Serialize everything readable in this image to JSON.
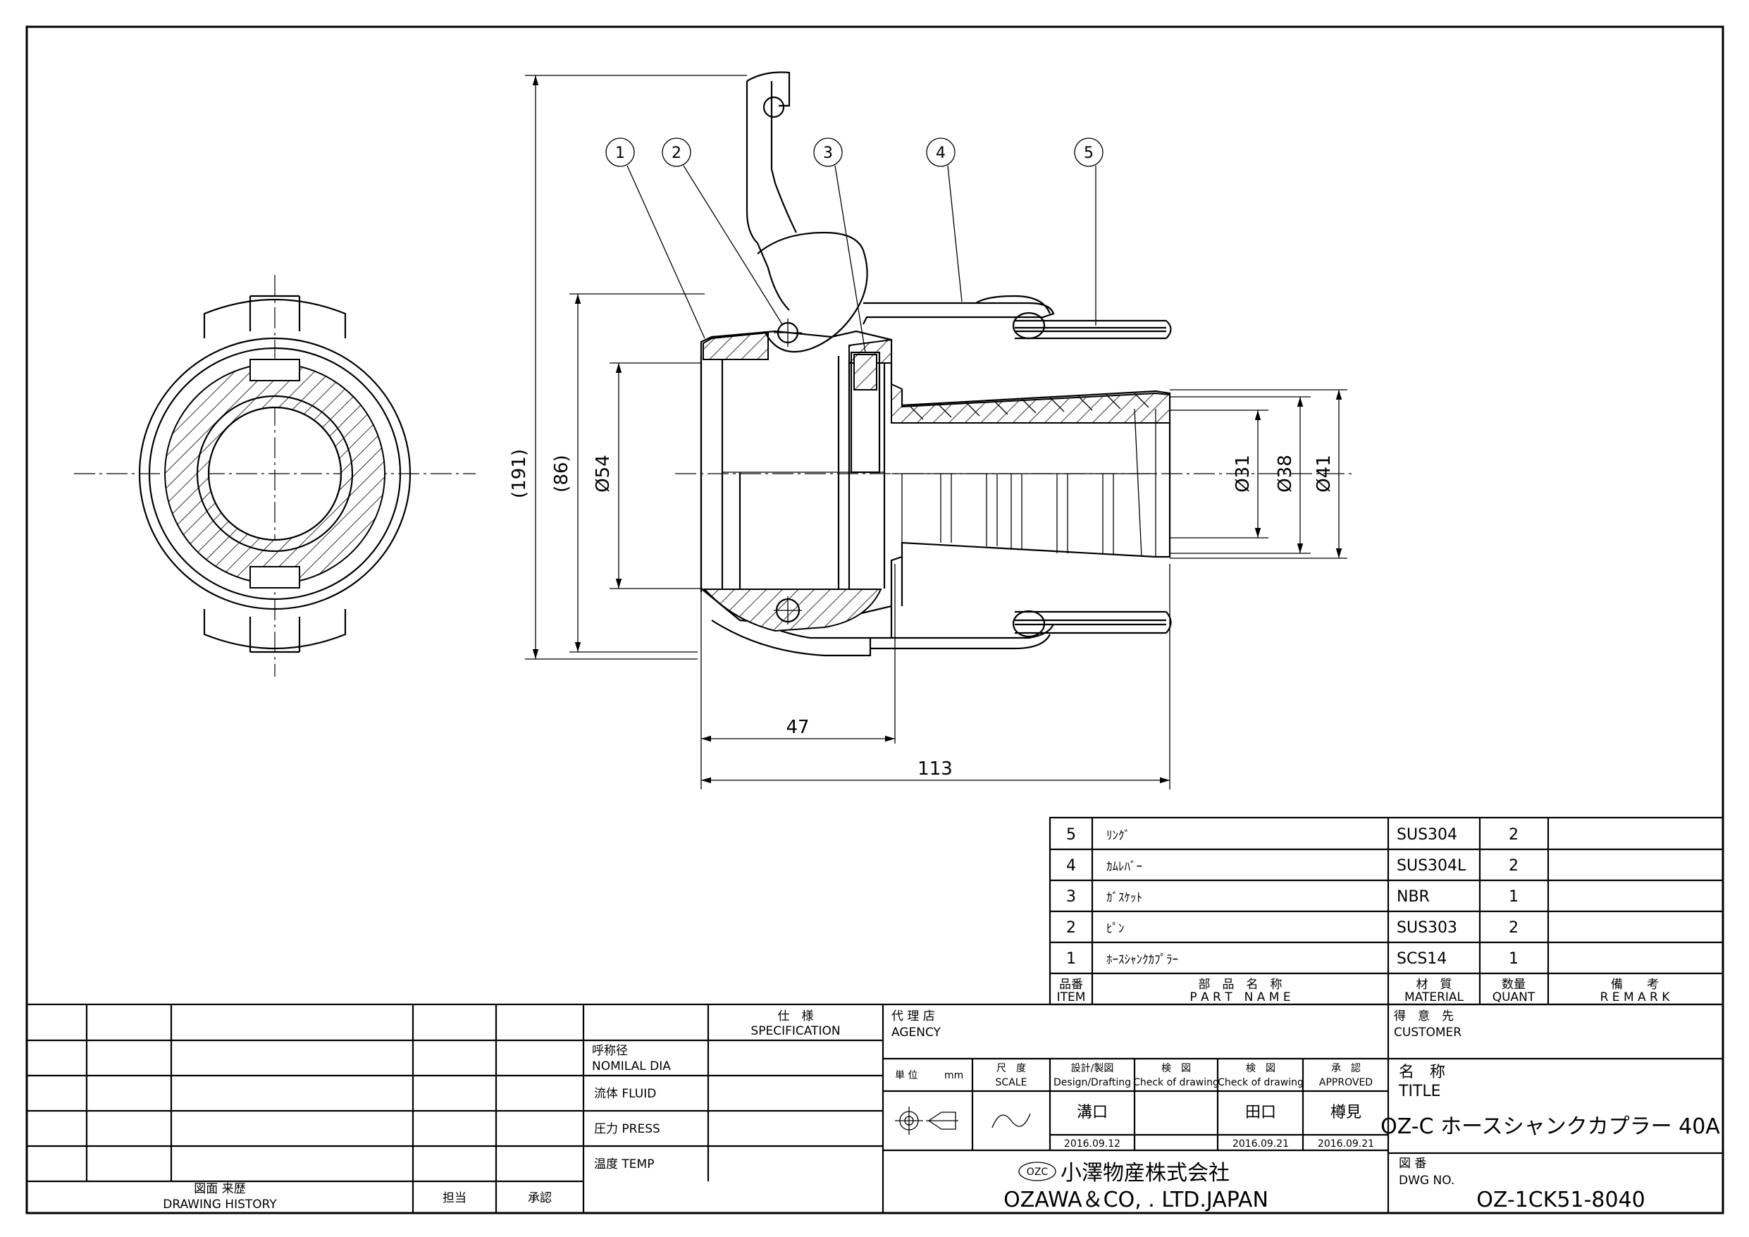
{
  "balloons": [
    "1",
    "2",
    "3",
    "4",
    "5"
  ],
  "dimensions": {
    "overall_height": "(191)",
    "height_86": "(86)",
    "dia_54": "Ø54",
    "dia_31": "Ø31",
    "dia_38": "Ø38",
    "dia_41": "Ø41",
    "len_47": "47",
    "len_113": "113"
  },
  "parts": [
    {
      "no": "5",
      "name": "ﾘﾝｸﾞ",
      "material": "SUS304",
      "qty": "2",
      "remark": ""
    },
    {
      "no": "4",
      "name": "ｶﾑﾚﾊﾞｰ",
      "material": "SUS304L",
      "qty": "2",
      "remark": ""
    },
    {
      "no": "3",
      "name": "ｶﾞｽｹｯﾄ",
      "material": "NBR",
      "qty": "1",
      "remark": ""
    },
    {
      "no": "2",
      "name": "ﾋﾟﾝ",
      "material": "SUS303",
      "qty": "2",
      "remark": ""
    },
    {
      "no": "1",
      "name": "ﾎｰｽｼｬﾝｸｶﾌﾟﾗｰ",
      "material": "SCS14",
      "qty": "1",
      "remark": ""
    }
  ],
  "parts_header": {
    "item_jp": "品番",
    "item_en": "ITEM",
    "name_jp": "部　品　名　称",
    "name_en": "P A R T　N A M E",
    "material_jp": "材　質",
    "material_en": "MATERIAL",
    "qty_jp": "数量",
    "qty_en": "QUANT",
    "remark_jp": "備　　考",
    "remark_en": "R E M A R K"
  },
  "history": {
    "label_jp": "図面 来歴",
    "label_en": "DRAWING HISTORY",
    "person": "担当",
    "approve": "承認"
  },
  "spec": {
    "header_jp": "仕　様",
    "header_en": "SPECIFICATION",
    "rows": [
      {
        "jp": "呼称径",
        "en": "NOMILAL DIA"
      },
      {
        "label": "流体  FLUID"
      },
      {
        "label": "圧力  PRESS"
      },
      {
        "label": "温度  TEMP"
      }
    ]
  },
  "agency": {
    "jp": "代 理 店",
    "en": "AGENCY"
  },
  "customer": {
    "jp": "得　意　先",
    "en": "CUSTOMER"
  },
  "approvals": {
    "unit_label": "単 位",
    "unit_value": "mm",
    "scale_jp": "尺　度",
    "scale_en": "SCALE",
    "design_jp": "設計/製図",
    "design_en": "Design/Drafting",
    "check1_jp": "検　図",
    "check1_en": "Check of drawing",
    "check2_jp": "検　図",
    "check2_en": "Check of drawing",
    "approved_jp": "承　認",
    "approved_en": "APPROVED",
    "designer": "溝口",
    "checker": "田口",
    "approver": "樽見",
    "design_date": "2016.09.12",
    "check_date": "2016.09.21",
    "approve_date": "2016.09.21"
  },
  "company": {
    "logo": "OZC",
    "jp": "小澤物産株式会社",
    "en": "OZAWA＆CO, . LTD.JAPAN"
  },
  "title_block": {
    "jp": "名　称",
    "en": "TITLE",
    "value": "OZ-C ホースシャンクカプラー 40A"
  },
  "dwg": {
    "jp": "図 番",
    "en": "DWG  NO.",
    "value": "OZ-1CK51-8040"
  }
}
